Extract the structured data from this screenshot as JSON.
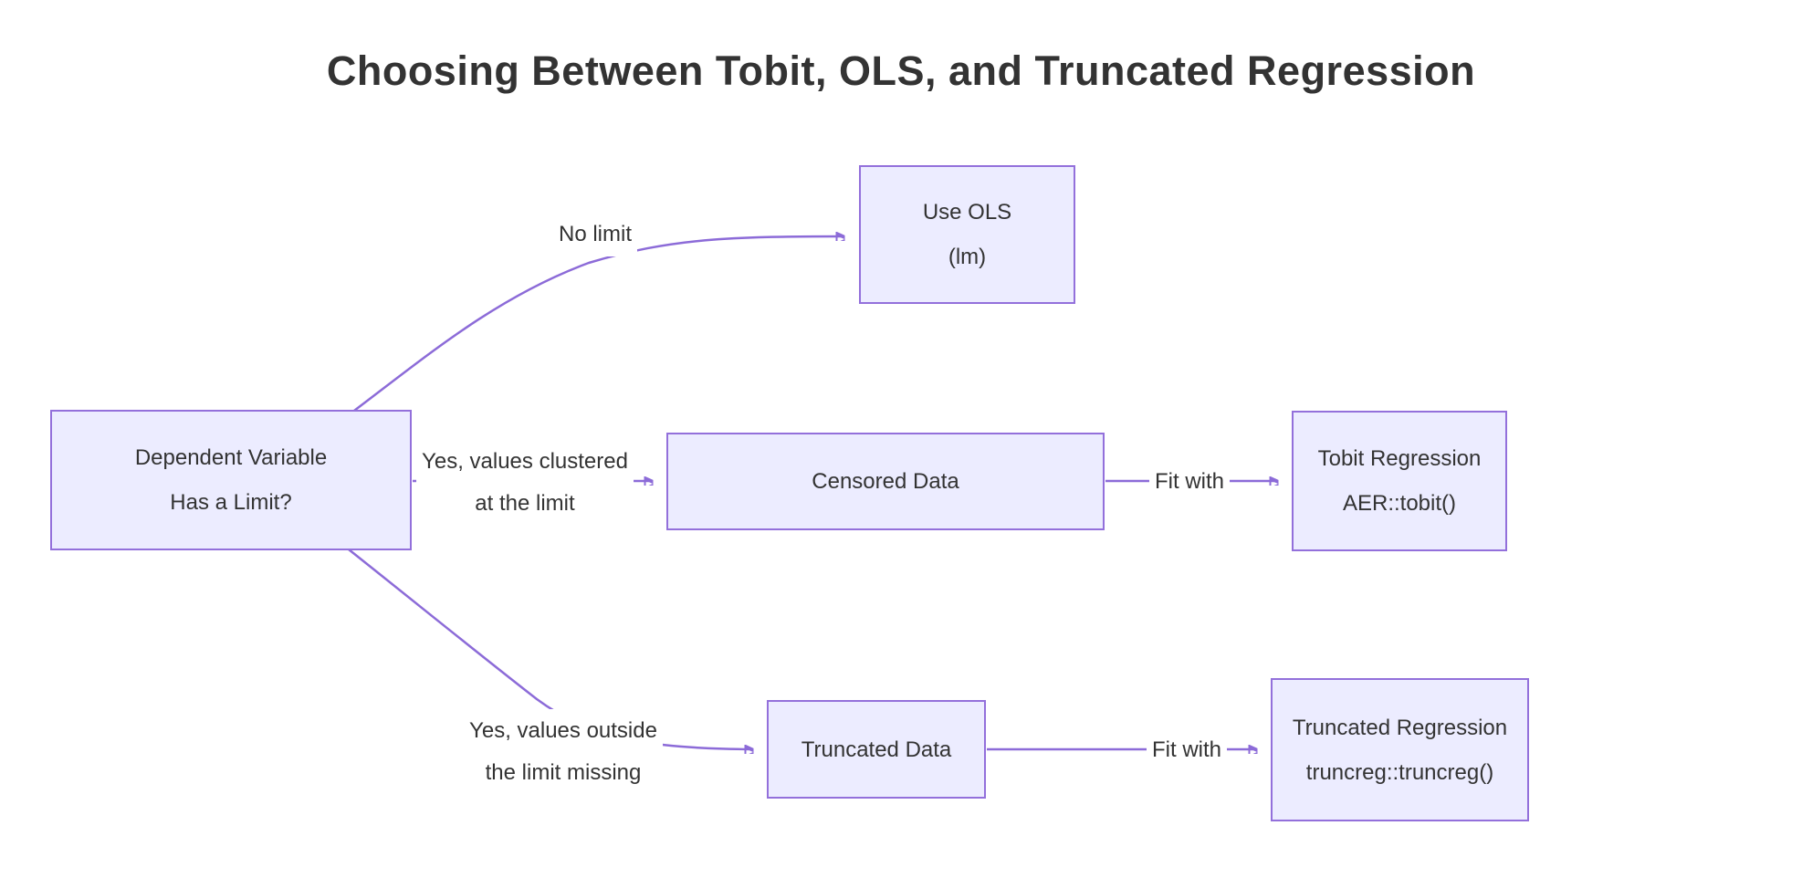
{
  "title": "Choosing Between Tobit, OLS, and Truncated Regression",
  "colors": {
    "node_fill": "#ECECFF",
    "node_border": "#9370DB",
    "edge": "#8C6BD8",
    "text": "#333333",
    "background": "#ffffff"
  },
  "nodes": {
    "decision": {
      "line1": "Dependent Variable",
      "line2": "Has a Limit?"
    },
    "ols": {
      "line1": "Use OLS",
      "line2": "(lm)"
    },
    "censored": {
      "line1": "Censored Data"
    },
    "tobit": {
      "line1": "Tobit Regression",
      "line2": "AER::tobit()"
    },
    "truncated_data": {
      "line1": "Truncated Data"
    },
    "truncated_reg": {
      "line1": "Truncated Regression",
      "line2": "truncreg::truncreg()"
    }
  },
  "edge_labels": {
    "no_limit": "No limit",
    "clustered_line1": "Yes, values clustered",
    "clustered_line2": "at the limit",
    "outside_line1": "Yes, values outside",
    "outside_line2": "the limit missing",
    "fit_with_middle": "Fit with",
    "fit_with_bottom": "Fit with"
  }
}
